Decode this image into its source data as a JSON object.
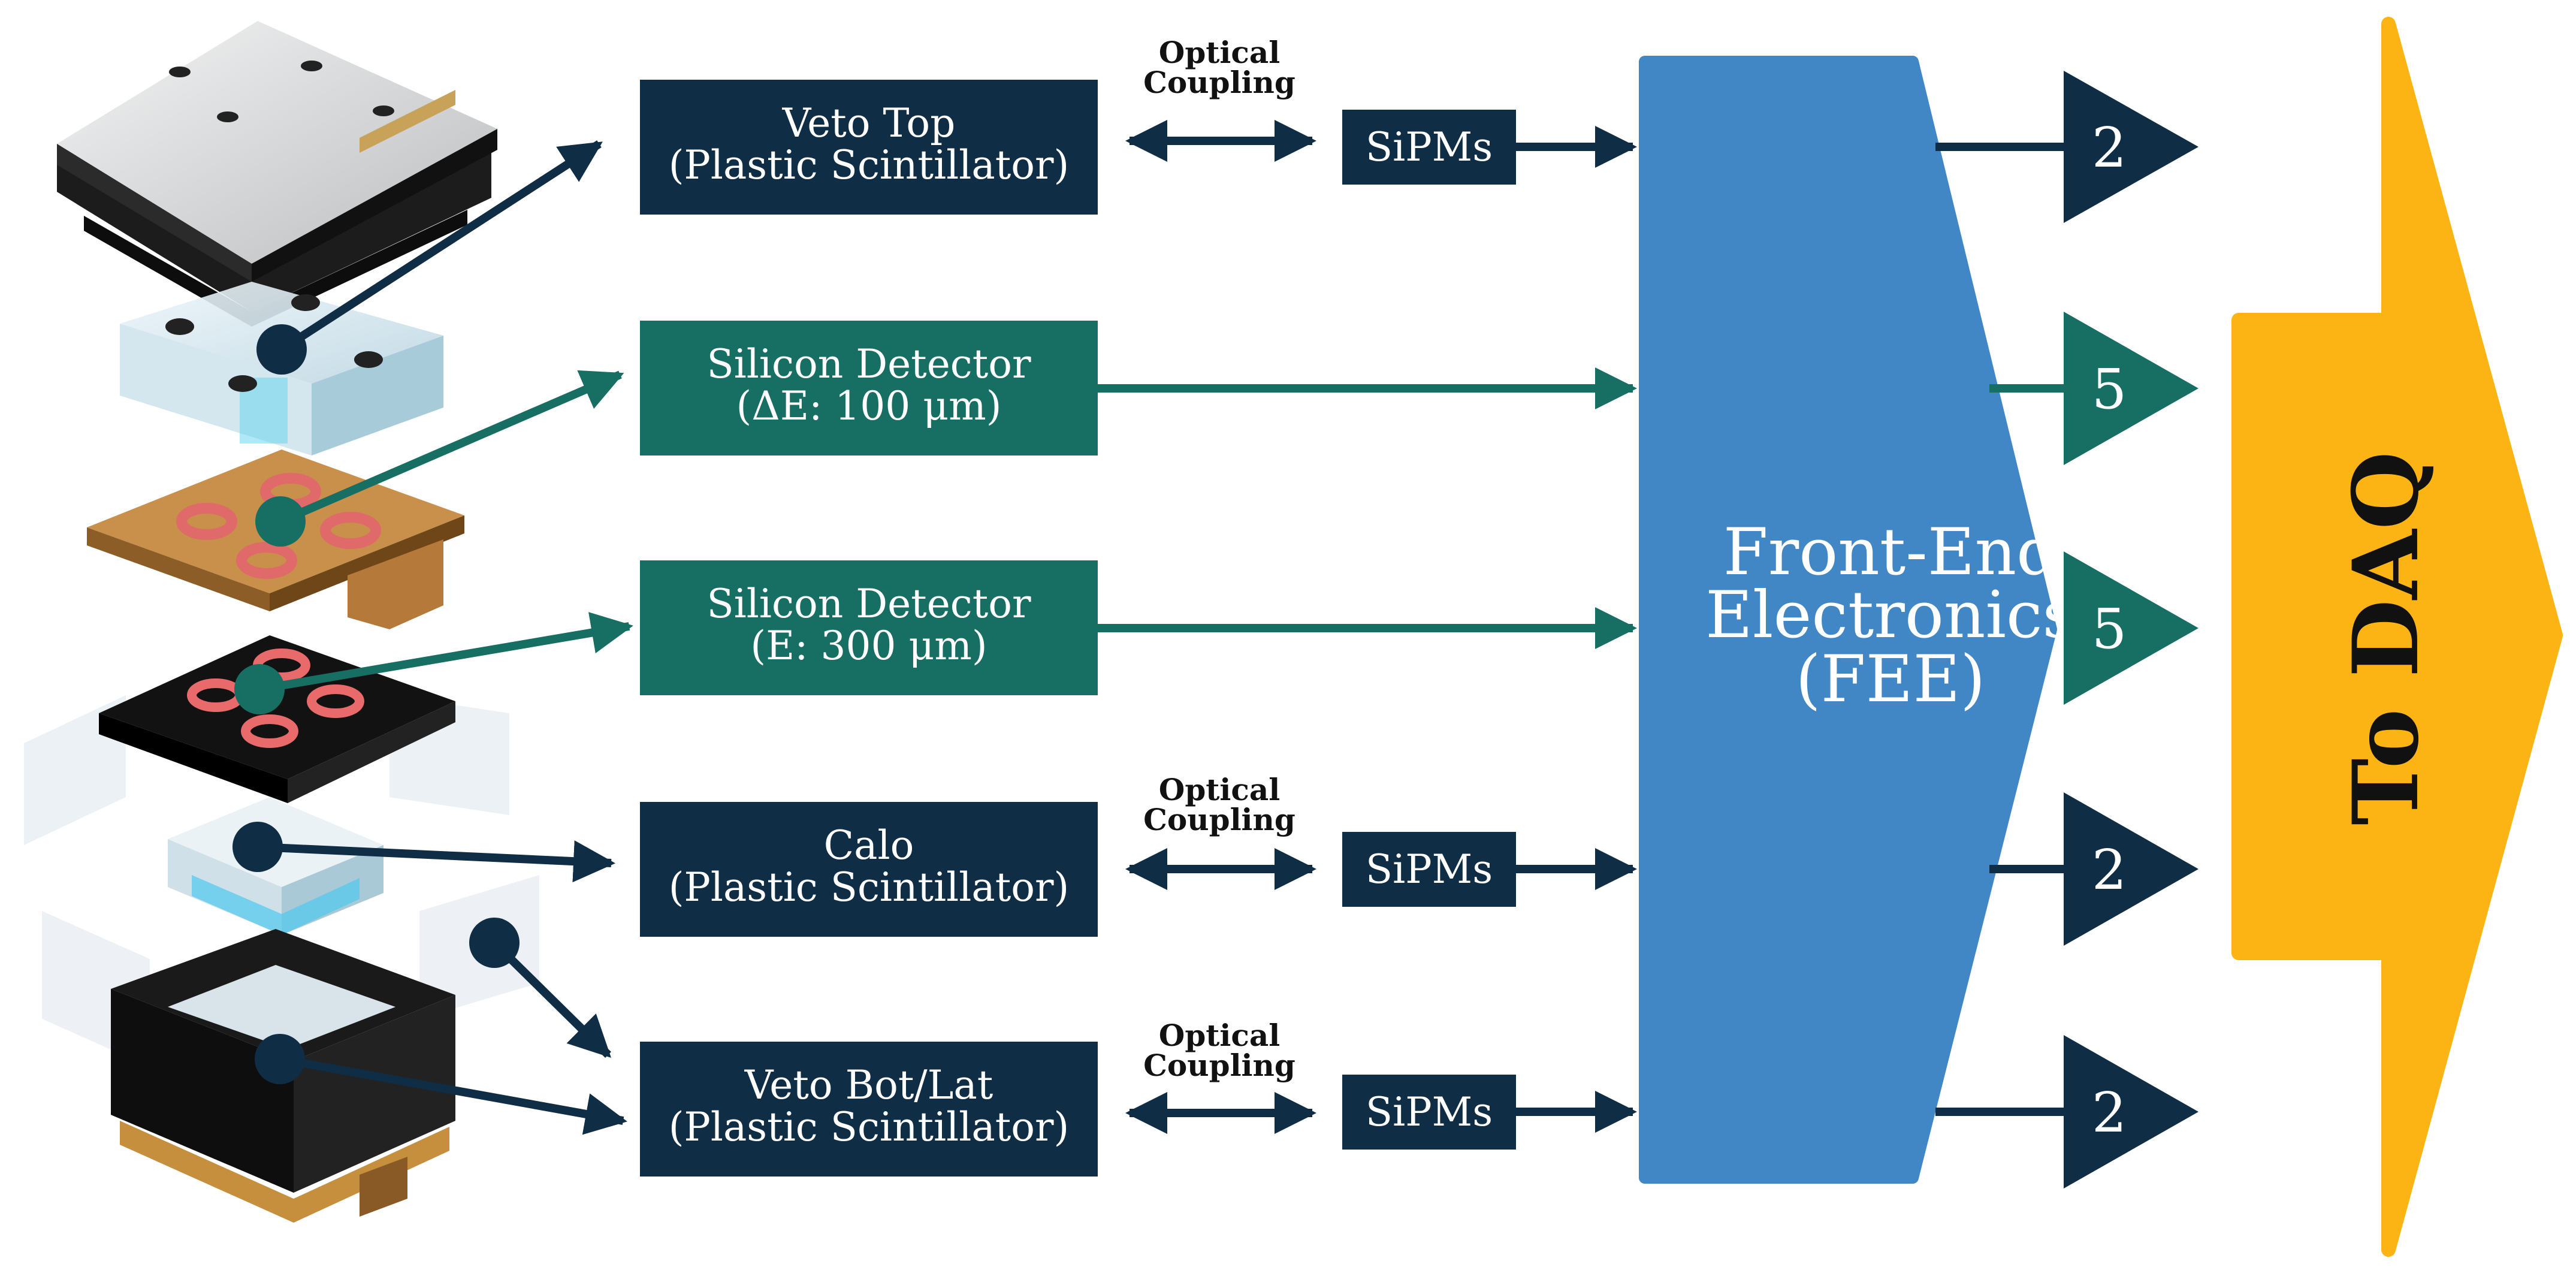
{
  "detectors": [
    {
      "id": "veto-top",
      "line1": "Veto Top",
      "line2": "(Plastic Scintillator)"
    },
    {
      "id": "silicon-de",
      "line1": "Silicon Detector",
      "line2": "(ΔE: 100  μm)"
    },
    {
      "id": "silicon-e",
      "line1": "Silicon Detector",
      "line2": "(E: 300  μm)"
    },
    {
      "id": "calo",
      "line1": "Calo",
      "line2": "(Plastic Scintillator)"
    },
    {
      "id": "veto-bot",
      "line1": "Veto Bot/Lat",
      "line2": "(Plastic Scintillator)"
    }
  ],
  "coupling": {
    "line1": "Optical",
    "line2": "Coupling"
  },
  "sipm_label": "SiPMs",
  "fee": {
    "line1": "Front-End",
    "line2": "Electronics",
    "line3": "(FEE)"
  },
  "outputs": [
    "2",
    "5",
    "5",
    "2",
    "2"
  ],
  "daq_label": "To DAQ",
  "colors": {
    "navy": "#0f2d45",
    "teal": "#176e63",
    "blue": "#4287c5",
    "gold": "#fbb414"
  }
}
